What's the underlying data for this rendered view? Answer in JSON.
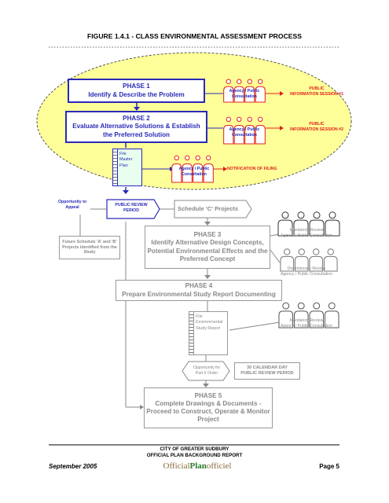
{
  "title": "FIGURE 1.4.1 - CLASS ENVIRONMENTAL ASSESSMENT PROCESS",
  "phase1": {
    "line1": "PHASE 1",
    "line2": "Identify & Describe the Problem"
  },
  "phase2": {
    "line1": "PHASE 2",
    "line2": "Evaluate Alternative Solutions & Establish",
    "line3": "the Preferred Solution"
  },
  "consult": {
    "l1": "Agency / Public",
    "l2": "Consultation"
  },
  "pis1": {
    "l1": "PUBLIC",
    "l2": "INFORMATION SESSION #1"
  },
  "pis2": {
    "l1": "PUBLIC",
    "l2": "INFORMATION SESSION #2"
  },
  "master_plan_doc": {
    "l1": "File",
    "l2": "Master",
    "l3": "Plan"
  },
  "notification": "NOTIFICATION OF FILING",
  "appeal": {
    "l1": "Opportunity to",
    "l2": "Appeal"
  },
  "review_period": {
    "l1": "PUBLIC REVIEW",
    "l2": "PERIOD"
  },
  "schedule_c": "Schedule 'C' Projects",
  "future": {
    "l1": "Future Schedule 'A' and 'B'",
    "l2": "Projects identified from the",
    "l3": "Study"
  },
  "phase3": {
    "line1": "PHASE 3",
    "line2": "Identify Alternative Design Concepts,",
    "line3": "Potential Environmental Effects and the",
    "line4": "Preferred Concept"
  },
  "mandatory": {
    "l1": "Mandatory Review",
    "l2": "Agency / Public Consultation"
  },
  "discretionary": {
    "l1": "Discretionary Review",
    "l2": "Agency / Public Consultation"
  },
  "phase4": {
    "line1": "PHASE 4",
    "line2": "Prepare Environmental Study Report Documenting"
  },
  "esr_doc": {
    "l1": "File",
    "l2": "Environmental",
    "l3": "Study Report"
  },
  "part2": {
    "l1": "Opportunity for",
    "l2": "Part II Order"
  },
  "days30": {
    "l1": "30 CALENDAR DAY",
    "l2": "PUBLIC REVIEW PERIOD"
  },
  "phase5": {
    "line1": "PHASE 5",
    "line2": "Complete Drawings & Documents -",
    "line3": "Proceed to Construct, Operate & Monitor",
    "line4": "Project"
  },
  "footer": {
    "org": "CITY OF GREATER SUDBURY",
    "report": "OFFICIAL PLAN BACKGROUND REPORT",
    "date": "September 2005",
    "page": "Page 5",
    "logo": {
      "a": "Official",
      "b": "Plan",
      "c": "officiel"
    }
  },
  "colors": {
    "blue": "#2a2ab8",
    "red": "#e0201c",
    "gray": "#888888",
    "ellipse": "#ffff99"
  }
}
